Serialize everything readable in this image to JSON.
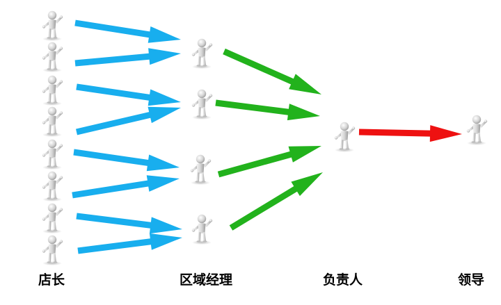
{
  "labels": {
    "store_manager": "店长",
    "regional_manager": "区域经理",
    "person_in_charge": "负责人",
    "leader": "领导"
  },
  "colors": {
    "store_to_region_arrow": "#18aeee",
    "region_to_owner_arrow": "#22b21c",
    "owner_to_leader_arrow": "#ee1111",
    "figure_body": "#d8d8d8",
    "figure_shade": "#a8a8a8"
  },
  "icons": {
    "person": "person-figure-icon"
  },
  "hierarchy": {
    "store_managers": 8,
    "regional_managers": 4,
    "persons_in_charge": 1,
    "leaders": 1
  }
}
